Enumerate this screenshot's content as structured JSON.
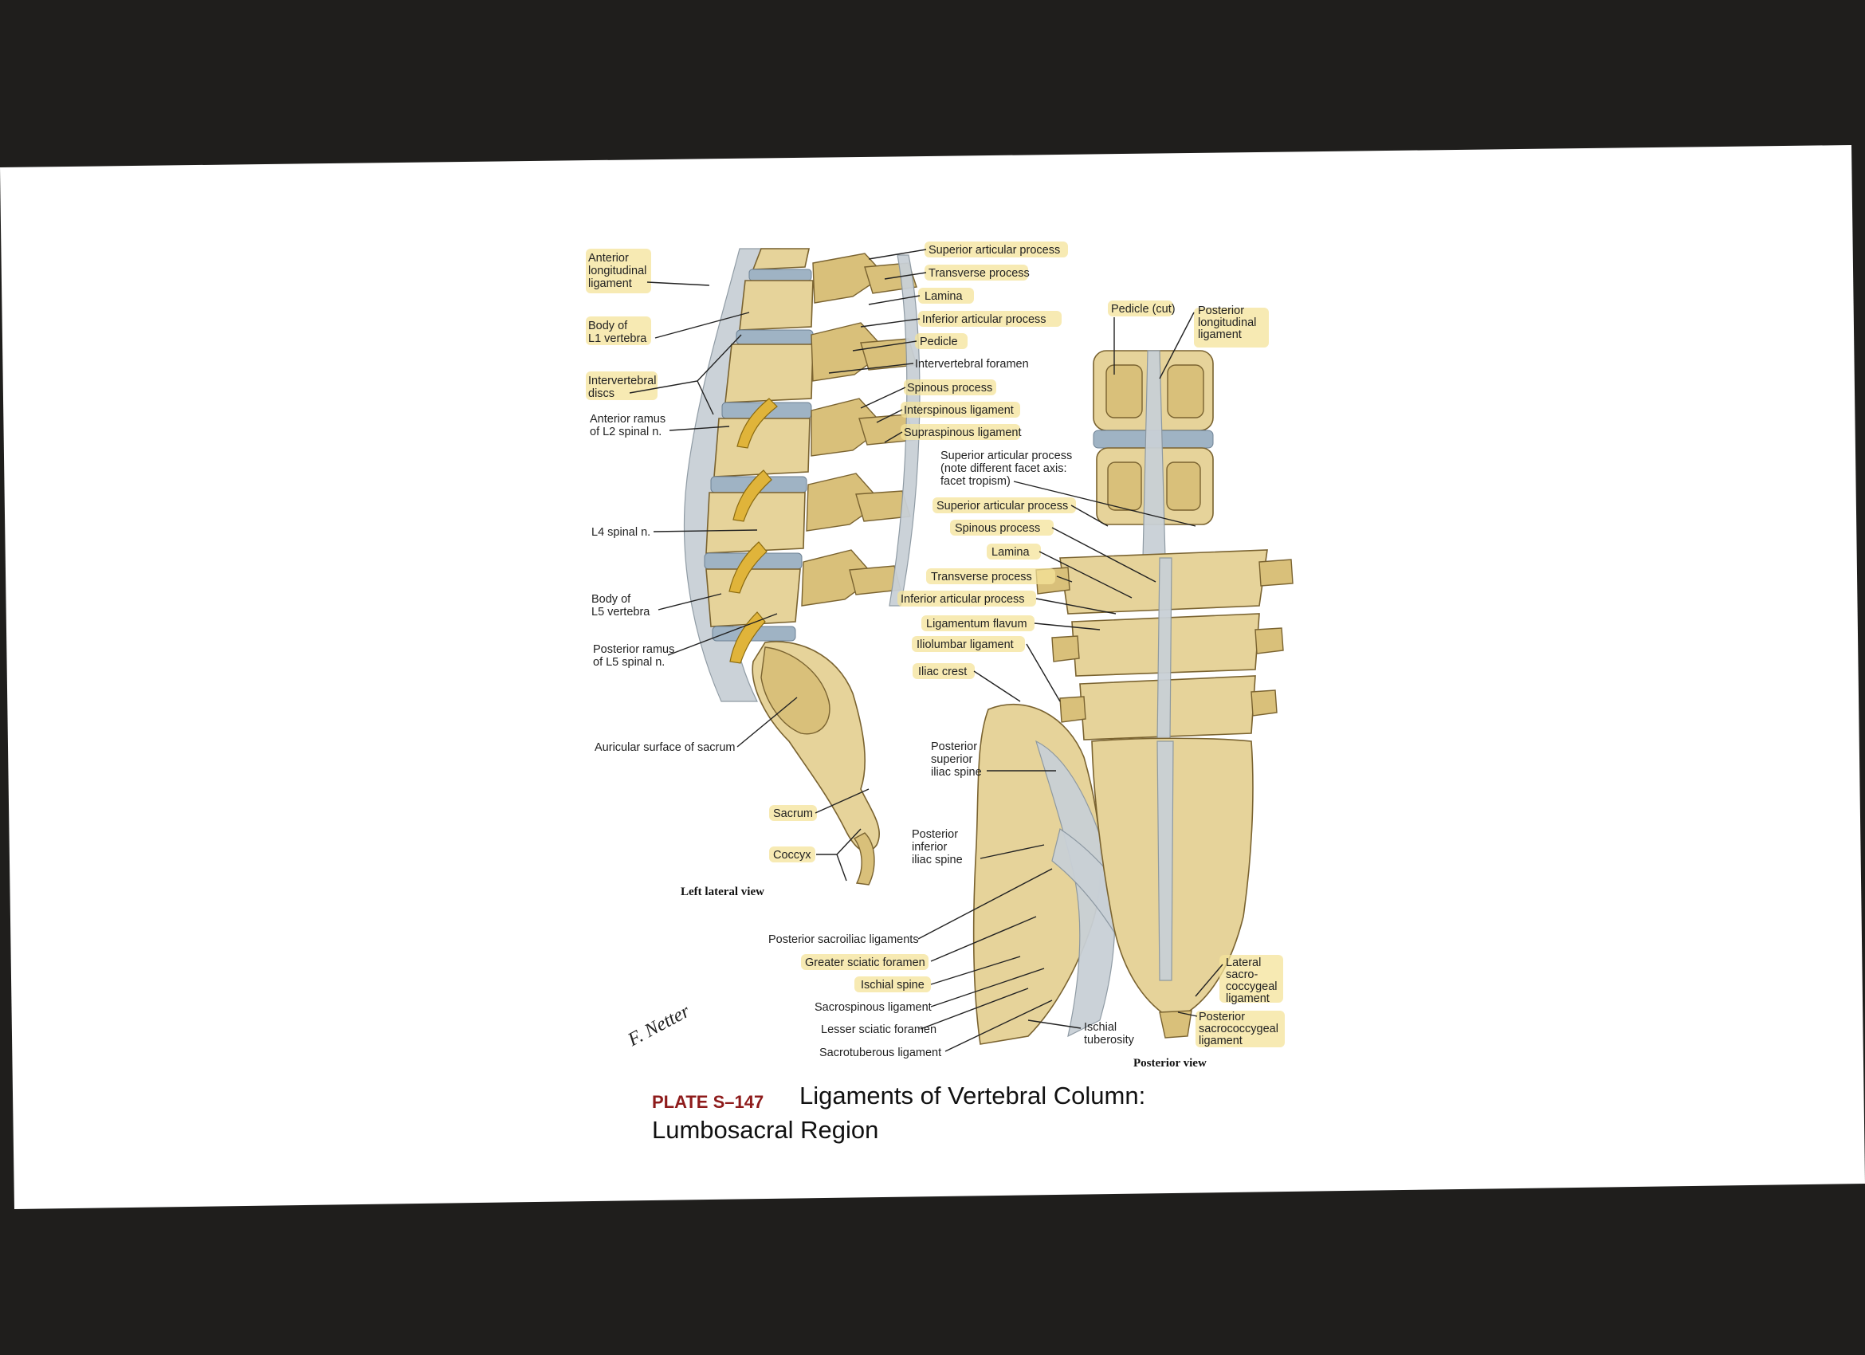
{
  "lateral_labels": {
    "anterior_longitudinal_ligament": [
      "Anterior",
      "longitudinal",
      "ligament"
    ],
    "body_l1": [
      "Body of",
      "L1 vertebra"
    ],
    "intervertebral_discs": [
      "Intervertebral",
      "discs"
    ],
    "anterior_ramus_l2": [
      "Anterior ramus",
      "of L2 spinal n."
    ],
    "l4_spinal_n": [
      "L4 spinal n."
    ],
    "body_l5": [
      "Body of",
      "L5 vertebra"
    ],
    "posterior_ramus_l5": [
      "Posterior ramus",
      "of L5 spinal n."
    ],
    "auricular_surface": [
      "Auricular surface of sacrum"
    ],
    "sacrum": [
      "Sacrum"
    ],
    "coccyx": [
      "Coccyx"
    ],
    "superior_articular_process": [
      "Superior articular process"
    ],
    "transverse_process": [
      "Transverse process"
    ],
    "lamina": [
      "Lamina"
    ],
    "inferior_articular_process": [
      "Inferior articular process"
    ],
    "pedicle": [
      "Pedicle"
    ],
    "intervertebral_foramen": [
      "Intervertebral foramen"
    ],
    "spinous_process": [
      "Spinous process"
    ],
    "interspinous_ligament": [
      "Interspinous ligament"
    ],
    "supraspinous_ligament": [
      "Supraspinous ligament"
    ]
  },
  "posterior_labels": {
    "pedicle_cut": [
      "Pedicle (cut)"
    ],
    "posterior_longitudinal_ligament": [
      "Posterior",
      "longitudinal",
      "ligament"
    ],
    "superior_articular_tropism": [
      "Superior articular process",
      "(note different facet axis:",
      "facet tropism)"
    ],
    "superior_articular_process": [
      "Superior articular process"
    ],
    "spinous_process": [
      "Spinous process"
    ],
    "lamina": [
      "Lamina"
    ],
    "transverse_process": [
      "Transverse process"
    ],
    "inferior_articular_process": [
      "Inferior articular process"
    ],
    "ligamentum_flavum": [
      "Ligamentum flavum"
    ],
    "iliolumbar_ligament": [
      "Iliolumbar ligament"
    ],
    "iliac_crest": [
      "Iliac crest"
    ],
    "psis": [
      "Posterior",
      "superior",
      "iliac spine"
    ],
    "piis": [
      "Posterior",
      "inferior",
      "iliac spine"
    ],
    "posterior_sacroiliac": [
      "Posterior sacroiliac ligaments"
    ],
    "greater_sciatic_foramen": [
      "Greater sciatic foramen"
    ],
    "ischial_spine": [
      "Ischial spine"
    ],
    "sacrospinous": [
      "Sacrospinous ligament"
    ],
    "lesser_sciatic_foramen": [
      "Lesser sciatic foramen"
    ],
    "sacrotuberous": [
      "Sacrotuberous ligament"
    ],
    "ischial_tuberosity": [
      "Ischial",
      "tuberosity"
    ],
    "lateral_sacrococcygeal": [
      "Lateral",
      "sacro-",
      "coccygeal",
      "ligament"
    ],
    "posterior_sacrococcygeal": [
      "Posterior",
      "sacrococcygeal",
      "ligament"
    ]
  },
  "views": {
    "left_lateral": "Left lateral view",
    "posterior": "Posterior view"
  },
  "caption": {
    "plate": "PLATE S–147",
    "title_line1": "Ligaments of Vertebral Column:",
    "title_line2": "Lumbosacral Region"
  },
  "signature": "F. Netter",
  "colors": {
    "background": "#1f1e1c",
    "paper": "#ffffff",
    "highlight": "#f4e39a",
    "plate_red": "#8e1b1b"
  }
}
